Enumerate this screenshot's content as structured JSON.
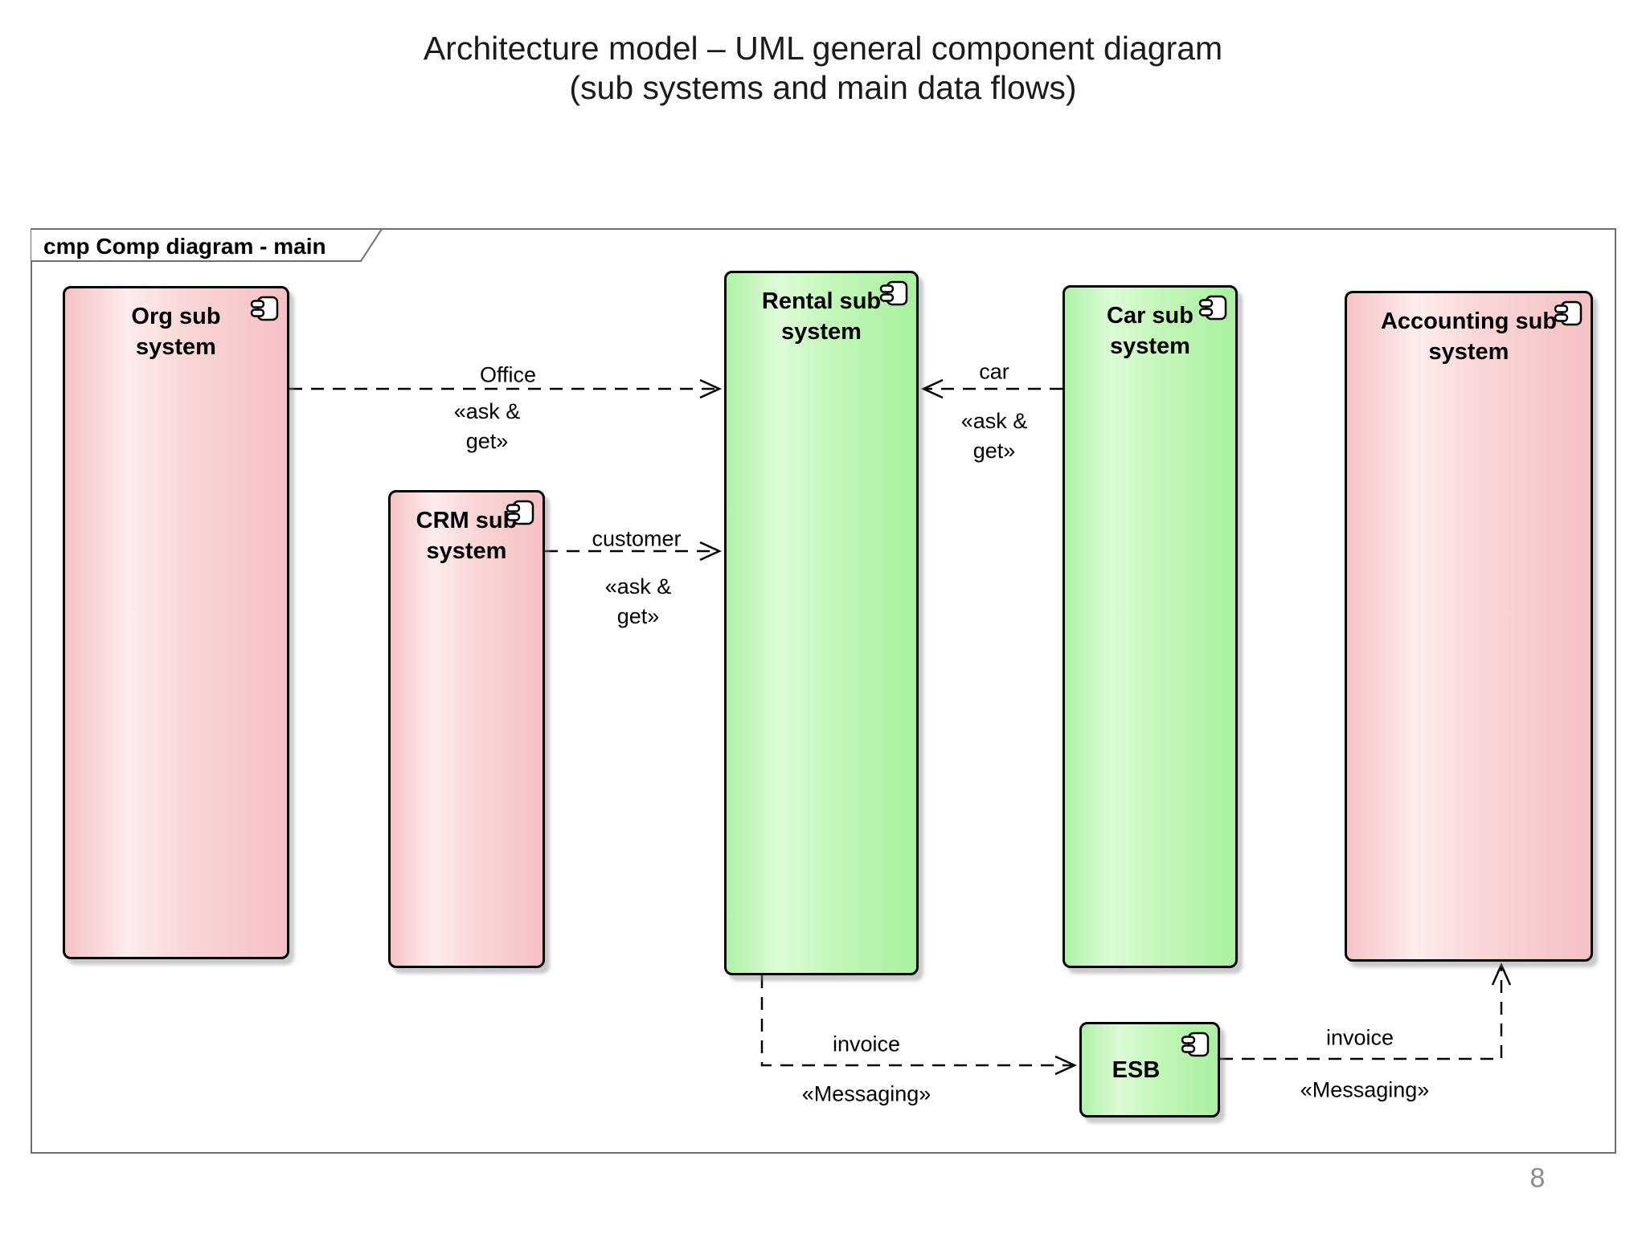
{
  "title": {
    "line1": "Architecture model – UML general component diagram",
    "line2": "(sub systems and main data flows)"
  },
  "frame": {
    "label": "cmp Comp diagram - main"
  },
  "components": {
    "org": {
      "label": "Org sub\nsystem",
      "color": "pink"
    },
    "crm": {
      "label": "CRM sub\nsystem",
      "color": "pink"
    },
    "rental": {
      "label": "Rental sub\nsystem",
      "color": "green"
    },
    "car": {
      "label": "Car sub\nsystem",
      "color": "green"
    },
    "accounting": {
      "label": "Accounting sub\nsystem",
      "color": "pink"
    },
    "esb": {
      "label": "ESB",
      "color": "green"
    }
  },
  "connectors": {
    "office": {
      "name": "Office",
      "stereotype": "«ask &\nget»",
      "from": "Org sub system",
      "to": "Rental sub system"
    },
    "car": {
      "name": "car",
      "stereotype": "«ask &\nget»",
      "from": "Car sub system",
      "to": "Rental sub system"
    },
    "customer": {
      "name": "customer",
      "stereotype": "«ask &\nget»",
      "from": "CRM sub system",
      "to": "Rental sub system"
    },
    "invoice_rental_to_esb": {
      "name": "invoice",
      "stereotype": "«Messaging»",
      "from": "Rental sub system",
      "to": "ESB"
    },
    "invoice_esb_to_accounting": {
      "name": "invoice",
      "stereotype": "«Messaging»",
      "from": "ESB",
      "to": "Accounting sub system"
    }
  },
  "icons": {
    "component": "uml-component-icon"
  },
  "colors": {
    "pink_edge": "#f6c2c4",
    "pink_highlight": "#fdeced",
    "green_edge": "#a8f09f",
    "green_highlight": "#dcfbd6",
    "connector_line": "#000000",
    "frame_border": "#6e6e6e",
    "page_number": "#8c8c8c"
  },
  "page_number": "8"
}
